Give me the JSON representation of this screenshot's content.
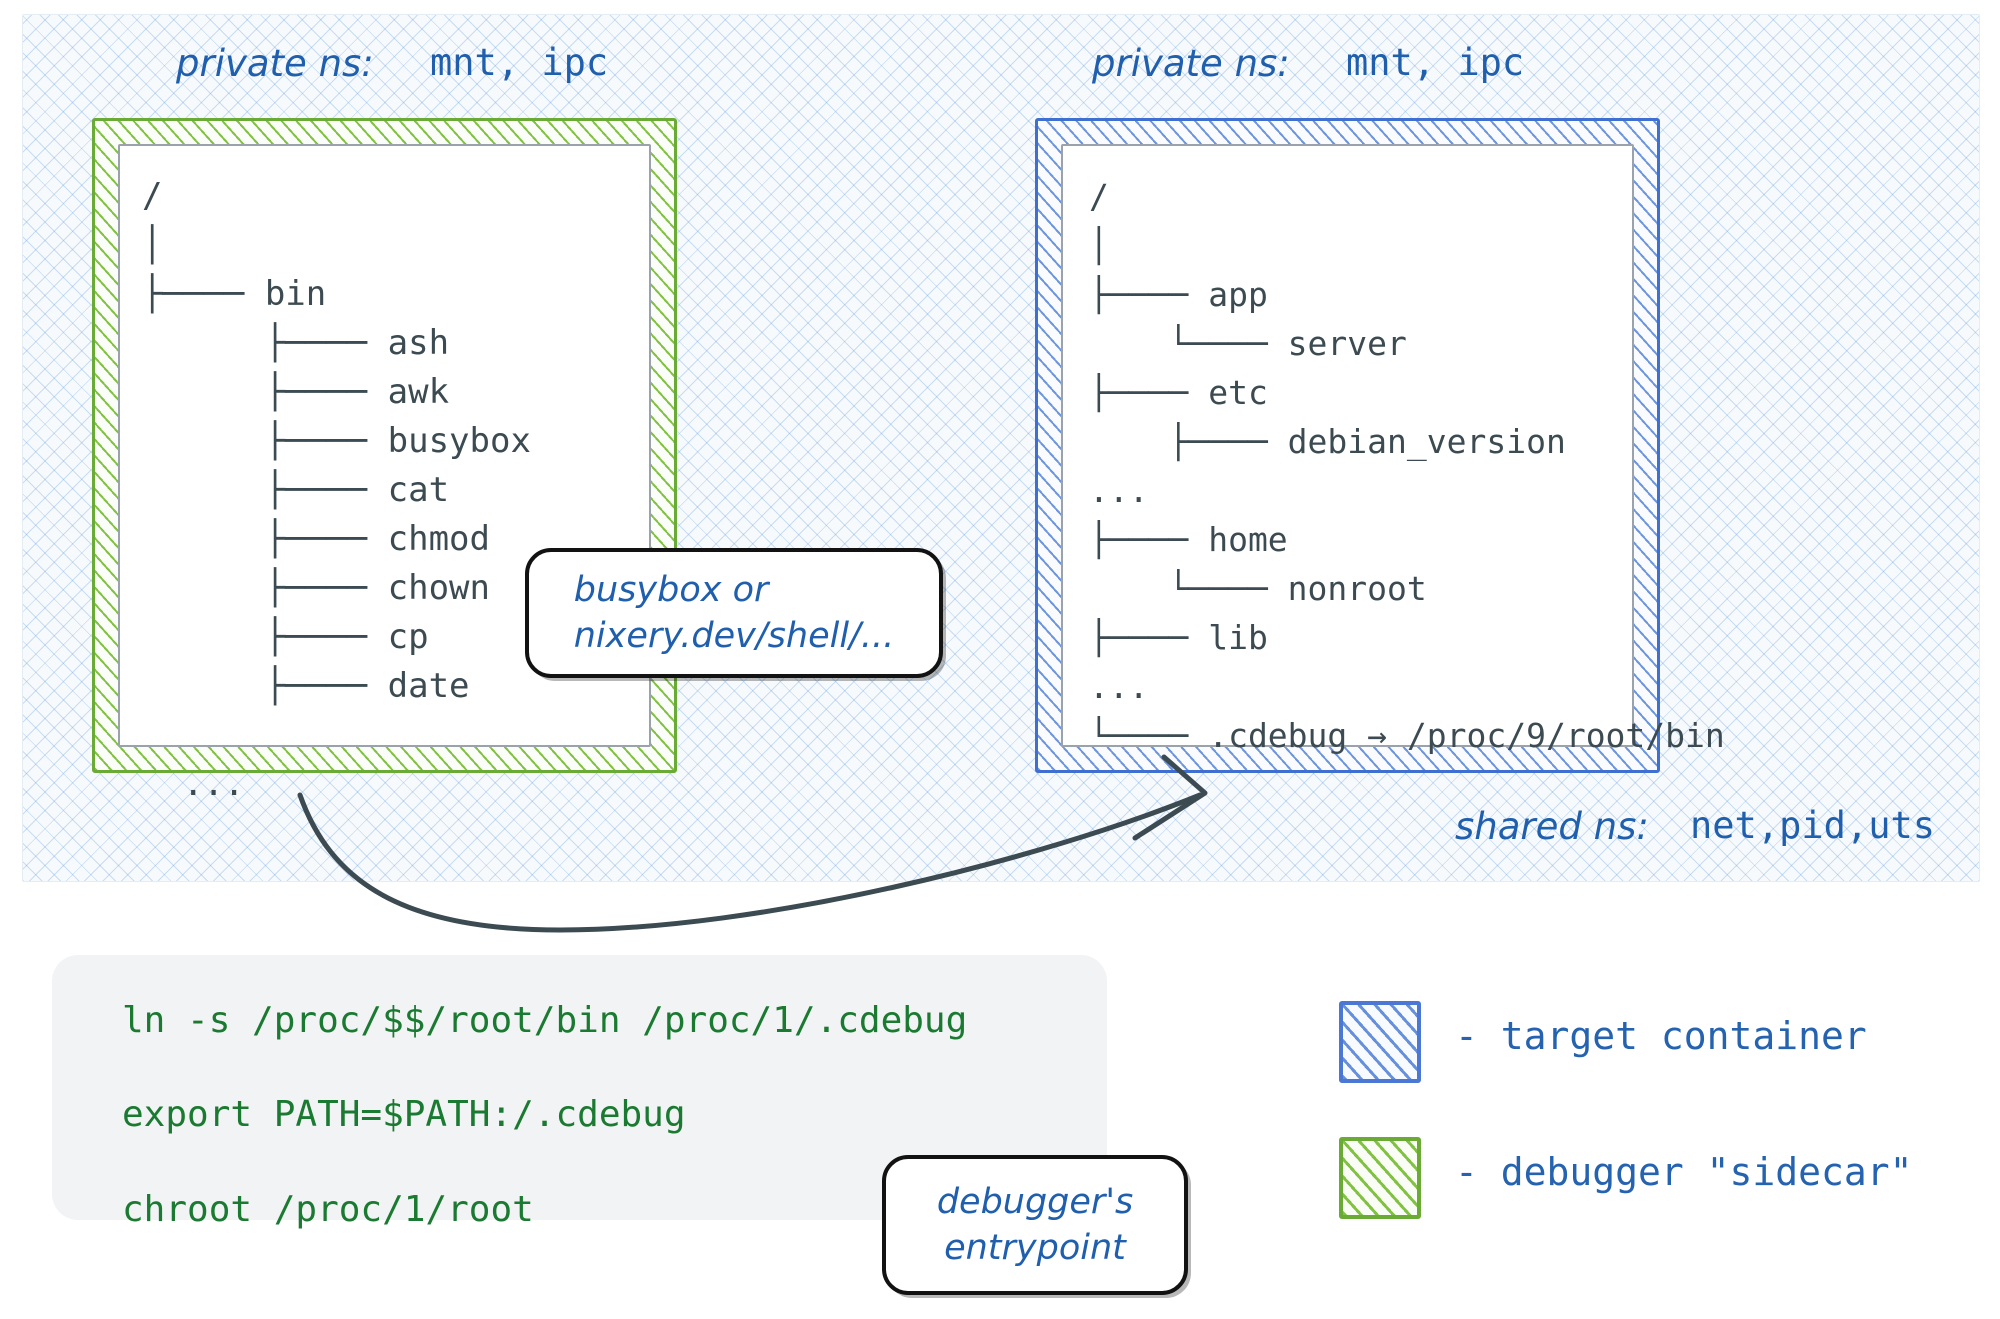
{
  "sidecar": {
    "ns_label_hand": "private ns:",
    "ns_label_mono": "mnt, ipc",
    "tree": "/\n│\n├──── bin\n      ├──── ash\n      ├──── awk\n      ├──── busybox\n      ├──── cat\n      ├──── chmod\n      ├──── chown\n      ├──── cp\n      ├──── date\n\n  ..."
  },
  "target": {
    "ns_label_hand": "private ns:",
    "ns_label_mono": "mnt, ipc",
    "tree": "/\n│\n├──── app\n    └──── server\n├──── etc\n    ├──── debian_version\n...\n├──── home\n    └──── nonroot\n├──── lib\n...\n└──── .cdebug → /proc/9/root/bin",
    "shared_ns_hand": "shared ns:",
    "shared_ns_mono": "net,pid,uts"
  },
  "callouts": {
    "shell_image": "busybox or\nnixery.dev/shell/...",
    "entrypoint": "debugger's\nentrypoint"
  },
  "code": {
    "lines": [
      "ln -s /proc/$$/root/bin /proc/1/.cdebug",
      "export PATH=$PATH:/.cdebug",
      "chroot /proc/1/root"
    ]
  },
  "legend": {
    "items": [
      {
        "label": "- target container",
        "color": "#4a78d4"
      },
      {
        "label": "- debugger \"sidecar\"",
        "color": "#6aab35"
      }
    ]
  },
  "colors": {
    "target_blue": "#4a78d4",
    "sidecar_green": "#6aab35",
    "ink": "#3c4a52",
    "hand_blue": "#1f5fad",
    "code_green": "#1b7a31"
  }
}
